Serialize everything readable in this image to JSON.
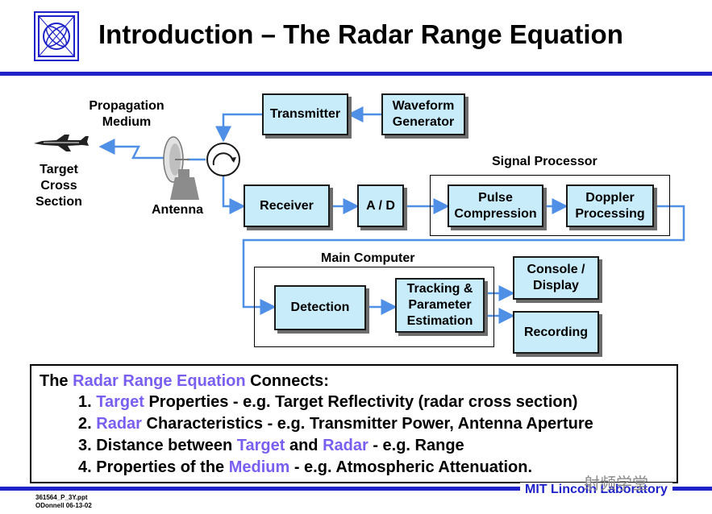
{
  "title": "Introduction – The Radar Range Equation",
  "diagram": {
    "propagation_medium": "Propagation\nMedium",
    "target_label": "Target\nCross\nSection",
    "antenna_label": "Antenna",
    "signal_processor_label": "Signal Processor",
    "main_computer_label": "Main Computer",
    "boxes": {
      "transmitter": "Transmitter",
      "waveform_generator": "Waveform\nGenerator",
      "receiver": "Receiver",
      "ad": "A / D",
      "pulse_compression": "Pulse\nCompression",
      "doppler_processing": "Doppler\nProcessing",
      "detection": "Detection",
      "tracking": "Tracking &\nParameter\nEstimation",
      "console": "Console /\nDisplay",
      "recording": "Recording"
    }
  },
  "summary": {
    "line1": {
      "p1": "The ",
      "h1": "Radar Range Equation",
      "p2": " Connects:"
    },
    "item1": {
      "p1": "1. ",
      "h1": "Target",
      "p2": " Properties - e.g. Target Reflectivity (radar cross section)"
    },
    "item2": {
      "p1": "2. ",
      "h1": "Radar",
      "p2": " Characteristics - e.g. Transmitter Power, Antenna Aperture"
    },
    "item3": {
      "p1": "3. Distance between ",
      "h1": "Target",
      "p2": " and ",
      "h2": "Radar",
      "p3": " - e.g. Range"
    },
    "item4": {
      "p1": "4. Properties of the ",
      "h1": "Medium",
      "p2": " - e.g. Atmospheric Attenuation."
    }
  },
  "footer": {
    "left": "361564_P_3Y.ppt\nODonnell 06-13-02",
    "right": "MIT Lincoln Laboratory",
    "watermark": "射频学堂"
  },
  "colors": {
    "accent": "#1e22c8",
    "highlight": "#7a5ef0",
    "box_fill": "#c9ecfa",
    "wire": "#4f8fe6"
  }
}
